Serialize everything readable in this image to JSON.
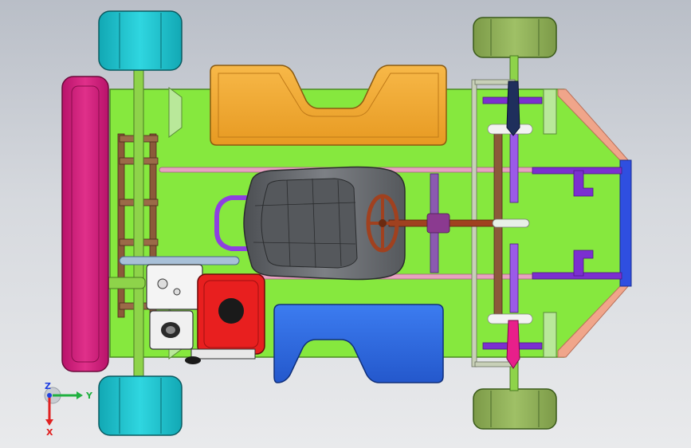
{
  "viewport": {
    "background_top": "#b9bec7",
    "background_bottom": "#e9eaec"
  },
  "colors": {
    "chassis_floor": "#86e83e",
    "rear_wheels": "#1fc4cf",
    "front_wheels": "#8fae5a",
    "rear_bumper": "#d81b7a",
    "left_side_pod": "#f2a632",
    "right_side_pod": "#2e6fe0",
    "nose_plate": "#2f4fe0",
    "nose_trim": "#f0a58a",
    "engine_fuel_tank": "#e81f1f",
    "seat": "#6b6e72",
    "steering": "#a0411f",
    "frame_rails": "#e8a2c0",
    "purple_parts": "#7b2fd0",
    "axle_tube": "#8ed34a",
    "brake_pedal": "#e81f8a",
    "throttle_pedal": "#1f2f5c"
  },
  "triad": {
    "x_label": "X",
    "y_label": "Y",
    "z_label": "Z",
    "x_color": "#e02020",
    "y_color": "#20b040",
    "z_color": "#2040e0"
  }
}
